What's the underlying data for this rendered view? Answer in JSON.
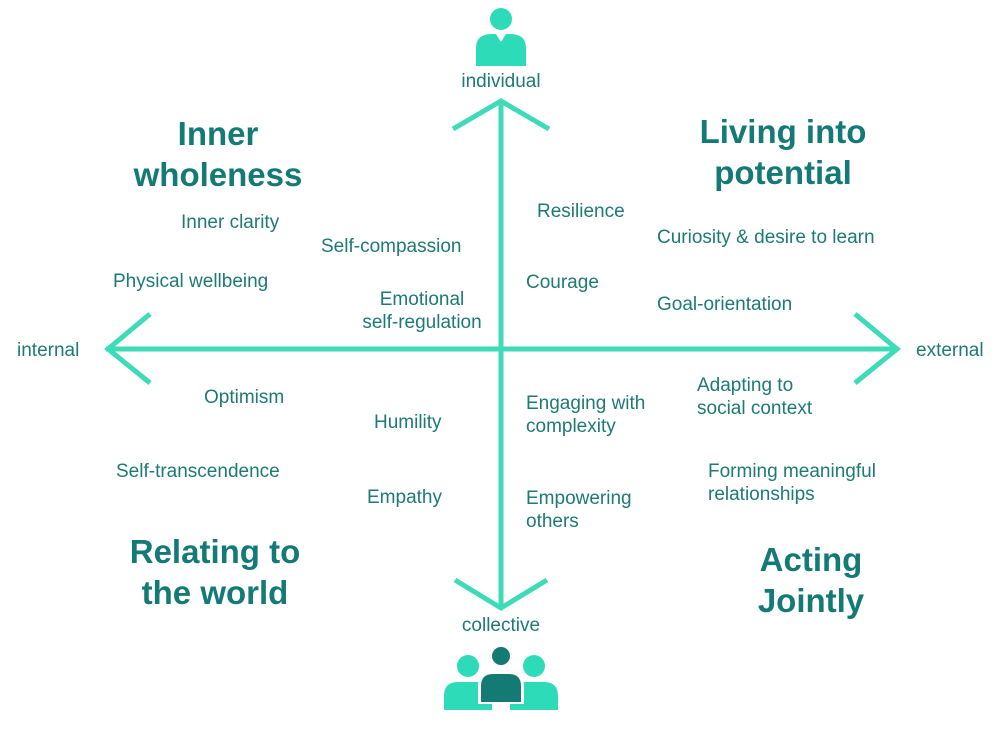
{
  "colors": {
    "axis": "#3ddbb7",
    "text": "#1e7a74",
    "heading": "#137a76",
    "icon_light": "#2ddbb8",
    "icon_dark": "#147a74"
  },
  "axes": {
    "top": "individual",
    "bottom": "collective",
    "left": "internal",
    "right": "external"
  },
  "quadrants": {
    "top_left": [
      "Inner",
      "wholeness"
    ],
    "top_right": [
      "Living into",
      "potential"
    ],
    "bottom_left": [
      "Relating to",
      "the world"
    ],
    "bottom_right": [
      "Acting",
      "Jointly"
    ]
  },
  "items": {
    "inner_clarity": "Inner clarity",
    "self_compassion": "Self-compassion",
    "physical_wellbeing": "Physical wellbeing",
    "emotional_self_regulation": [
      "Emotional",
      "self-regulation"
    ],
    "resilience": "Resilience",
    "curiosity": "Curiosity & desire to learn",
    "courage": "Courage",
    "goal_orientation": "Goal-orientation",
    "optimism": "Optimism",
    "humility": "Humility",
    "self_transcendence": "Self-transcendence",
    "empathy": "Empathy",
    "engaging_complexity": [
      "Engaging with",
      "complexity"
    ],
    "adapting_social": [
      "Adapting to",
      "social context"
    ],
    "empowering_others": [
      "Empowering",
      "others"
    ],
    "forming_relationships": [
      "Forming meaningful",
      "relationships"
    ]
  },
  "icons": {
    "top": "person-icon",
    "bottom": "group-icon"
  }
}
